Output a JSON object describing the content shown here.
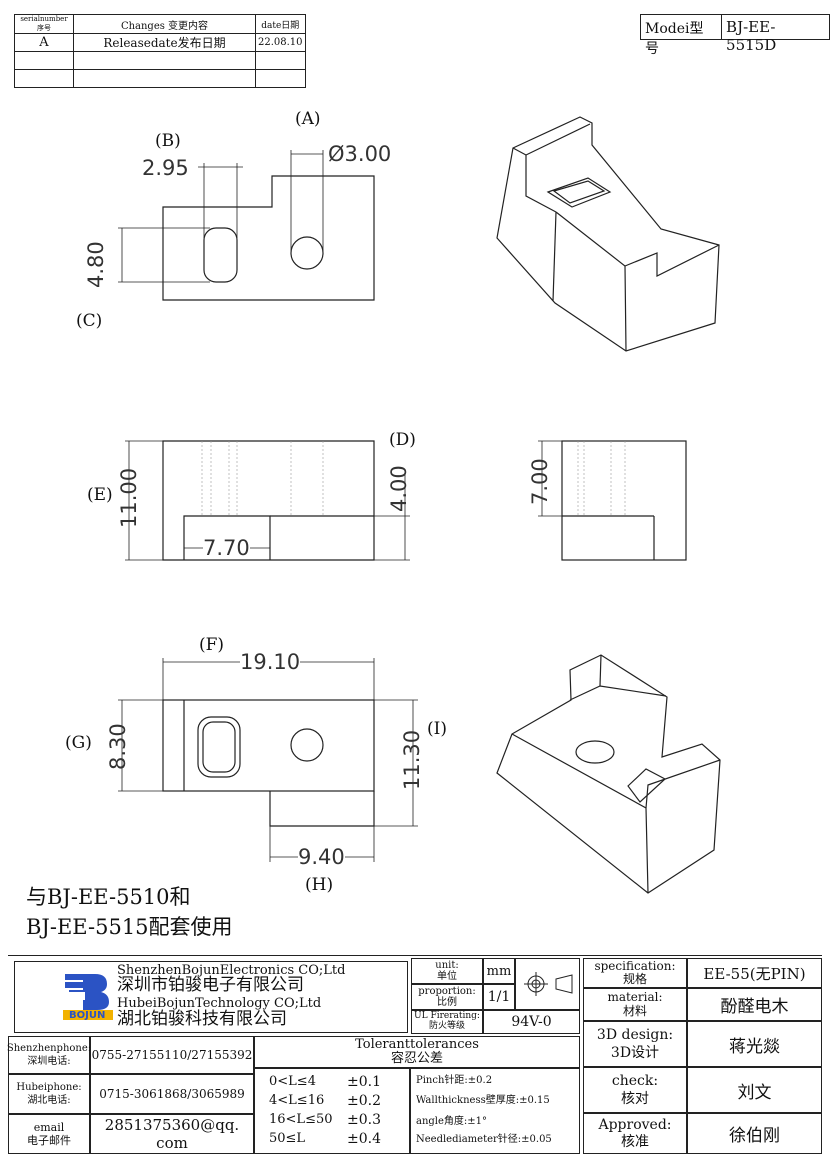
{
  "revision_table": {
    "headers": {
      "serial": "serialnumber序号",
      "changes": "Changes 变更内容",
      "date": "date日期"
    },
    "rows": [
      {
        "serial": "A",
        "changes": "Releasedate发布日期",
        "date": "22.08.10"
      },
      {
        "serial": "",
        "changes": "",
        "date": ""
      },
      {
        "serial": "",
        "changes": "",
        "date": ""
      }
    ]
  },
  "model": {
    "label": "Modei型号",
    "value": "BJ-EE-5515D"
  },
  "views": {
    "top": {
      "label_a": "(A)",
      "label_b": "(B)",
      "label_c": "(C)",
      "dim_a": "Ø3.00",
      "dim_b": "2.95",
      "dim_c": "4.80"
    },
    "front": {
      "label_d": "(D)",
      "label_e": "(E)",
      "dim_e": "11.00",
      "dim_d": "4.00",
      "dim_w": "7.70"
    },
    "side": {
      "dim": "7.00"
    },
    "bottom": {
      "label_f": "(F)",
      "label_g": "(G)",
      "label_h": "(H)",
      "label_i": "(I)",
      "dim_f": "19.10",
      "dim_g": "8.30",
      "dim_i": "11.30",
      "dim_h": "9.40"
    }
  },
  "note": {
    "line1": "与BJ-EE-5510和",
    "line2": "BJ-EE-5515配套使用"
  },
  "title_block": {
    "company_en1": "ShenzhenBojunElectronics CO;Ltd",
    "company_cn1": "深圳市铂骏电子有限公司",
    "company_en2": "HubeiBojunTechnology CO;Ltd",
    "company_cn2": "湖北铂骏科技有限公司",
    "logo_text": "BOJUN",
    "unit_label": "unit:\n单位",
    "unit_value": "mm",
    "proportion_label": "proportion:\n比例",
    "proportion_value": "1/1",
    "ul_label": "UL Firerating:\n防火等级",
    "ul_value": "94V-0",
    "spec_label": "specification:\n规格",
    "spec_value": "EE-55(无PIN)",
    "material_label": "material:\n材料",
    "material_value": "酚醛电木",
    "design_label": "3D design:\n3D设计",
    "design_value": "蒋光燚",
    "check_label": "check:\n核对",
    "check_value": "刘文",
    "approved_label": "Approved:\n核准",
    "approved_value": "徐伯刚",
    "sz_phone_label": "Shenzhenphone:\n深圳电话:",
    "sz_phone_value": "0755-27155110/27155392",
    "hb_phone_label": "Hubeiphone:\n湖北电话:",
    "hb_phone_value": "0715-3061868/3065989",
    "email_label": "email\n电子邮件",
    "email_value": "2851375360@qq. com",
    "tolerance_title": "Toleranttolerances\n容忍公差",
    "tolerances": [
      {
        "range": "0<L≤4",
        "value": "±0.1"
      },
      {
        "range": "4<L≤16",
        "value": "±0.2"
      },
      {
        "range": "16<L≤50",
        "value": "±0.3"
      },
      {
        "range": "50≤L",
        "value": "±0.4"
      }
    ],
    "pinch": "Pinch针距:±0.2",
    "wall": "Wallthickness壁厚度:±0.15",
    "angle": "angle角度:±1°",
    "needle": "Needlediameter针径:±0.05"
  }
}
